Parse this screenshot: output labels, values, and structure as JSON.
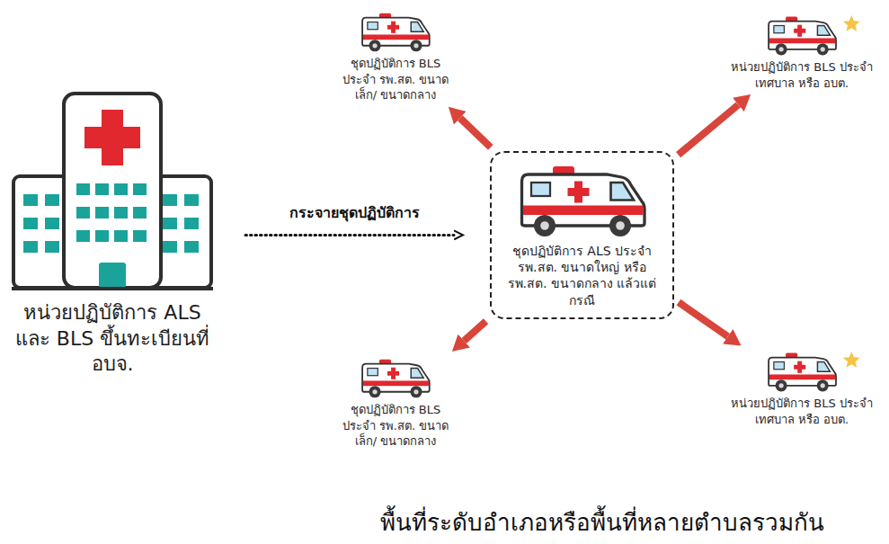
{
  "diagram": {
    "caption": "พื้นที่ระดับอำเภอหรือพื้นที่หลายตำบลรวมกัน",
    "nodes": [
      {
        "text": [
          "หน่วยปฏิบัติการ ALS และ BLS ขึ้นทะเบียนที่ อบจ."
        ]
      },
      {
        "text": [
          "ชุดปฏิบัติการ BLS ประจำ รพ.สต. ขนาดเล็ก/ ขนาดกลาง"
        ]
      },
      {
        "text": [
          "หน่วยปฏิบัติการ BLS ประจำเทศบาล หรือ อบต."
        ]
      },
      {
        "text": [
          "ชุดปฏิบัติการ ALS ประจำ รพ.สต. ขนาดใหญ่ หรือ รพ.สต. ขนาดกลาง แล้วแต่กรณี"
        ]
      },
      {
        "text": [
          "ชุดปฏิบัติการ BLS ประจำ รพ.สต. ขนาดเล็ก/ ขนาดกลาง"
        ]
      },
      {
        "text": [
          "หน่วยปฏิบัติการ BLS ประจำเทศบาล หรือ อบต."
        ]
      }
    ],
    "edges": [
      {
        "from": 0,
        "to": 3,
        "label": "กระจายชุดปฏิบัติการ",
        "arrow": "to"
      },
      {
        "from": 3,
        "to": 1,
        "arrow": "to"
      },
      {
        "from": 3,
        "to": 2,
        "arrow": "to"
      },
      {
        "from": 3,
        "to": 4,
        "arrow": "to"
      },
      {
        "from": 3,
        "to": 5,
        "arrow": "to"
      }
    ]
  }
}
